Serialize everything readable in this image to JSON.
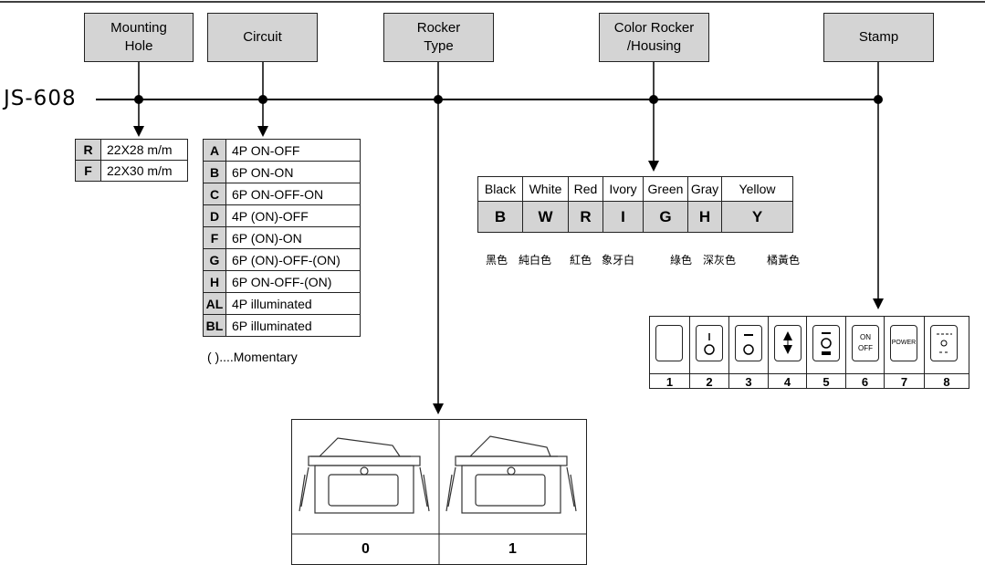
{
  "model": "JS-608",
  "headers": [
    {
      "line1": "Mounting",
      "line2": "Hole"
    },
    {
      "line1": "Circuit",
      "line2": ""
    },
    {
      "line1": "Rocker",
      "line2": "Type"
    },
    {
      "line1": "Color Rocker",
      "line2": "/Housing"
    },
    {
      "line1": "Stamp",
      "line2": ""
    }
  ],
  "mounting_hole": [
    {
      "code": "R",
      "desc": "22X28 m/m"
    },
    {
      "code": "F",
      "desc": "22X30 m/m"
    }
  ],
  "circuit": [
    {
      "code": "A",
      "desc": "4P ON-OFF"
    },
    {
      "code": "B",
      "desc": "6P ON-ON"
    },
    {
      "code": "C",
      "desc": "6P ON-OFF-ON"
    },
    {
      "code": "D",
      "desc": "4P (ON)-OFF"
    },
    {
      "code": "F",
      "desc": "6P (ON)-ON"
    },
    {
      "code": "G",
      "desc": "6P (ON)-OFF-(ON)"
    },
    {
      "code": "H",
      "desc": "6P ON-OFF-(ON)"
    },
    {
      "code": "AL",
      "desc": "4P illuminated"
    },
    {
      "code": "BL",
      "desc": "6P illuminated"
    }
  ],
  "circuit_note": "( )....Momentary",
  "colors": [
    {
      "name": "Black",
      "code": "B",
      "cn": "黑色"
    },
    {
      "name": "White",
      "code": "W",
      "cn": "純白色"
    },
    {
      "name": "Red",
      "code": "R",
      "cn": "紅色"
    },
    {
      "name": "Ivory",
      "code": "I",
      "cn": "象牙白"
    },
    {
      "name": "Green",
      "code": "G",
      "cn": "綠色"
    },
    {
      "name": "Gray",
      "code": "H",
      "cn": "深灰色"
    },
    {
      "name": "Yellow",
      "code": "Y",
      "cn": "橘黃色"
    }
  ],
  "stamps": [
    {
      "num": "1",
      "icon": "blank-icon"
    },
    {
      "num": "2",
      "icon": "on-off-bar-circle-icon"
    },
    {
      "num": "3",
      "icon": "dash-circle-icon"
    },
    {
      "num": "4",
      "icon": "up-down-triangle-icon"
    },
    {
      "num": "5",
      "icon": "dash-circle-equals-icon"
    },
    {
      "num": "6",
      "icon": "on-off-text-icon",
      "text1": "ON",
      "text2": "OFF"
    },
    {
      "num": "7",
      "icon": "power-text-icon",
      "text1": "POWER"
    },
    {
      "num": "8",
      "icon": "dots-circle-icon"
    }
  ],
  "rocker_types": [
    {
      "num": "0",
      "icon": "rocker-switch-type0-icon"
    },
    {
      "num": "1",
      "icon": "rocker-switch-type1-icon"
    }
  ]
}
